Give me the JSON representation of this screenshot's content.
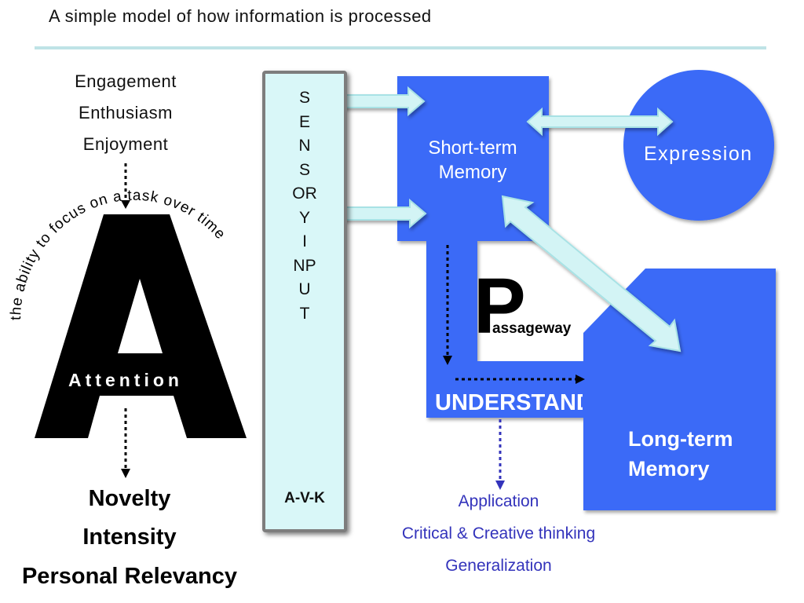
{
  "title": "A simple model of how information is processed",
  "attention": {
    "top_items": [
      "Engagement",
      "Enthusiasm",
      "Enjoyment"
    ],
    "big_letter": "A",
    "label": "Attention",
    "arc_text": "the ability to focus on a task over time",
    "bottom_items": [
      "Novelty",
      "Intensity",
      "Personal Relevancy"
    ]
  },
  "sensory": {
    "letters": [
      "S",
      "E",
      "N",
      "S",
      "OR",
      "Y",
      "I",
      "NP",
      "U",
      "T"
    ],
    "modes": "A-V-K"
  },
  "short_term": [
    "Short-term",
    "Memory"
  ],
  "expression": "Expression",
  "passageway": {
    "letter": "P",
    "rest": "assageway"
  },
  "understand": "UNDERSTAND",
  "long_term": [
    "Long-term",
    "Memory"
  ],
  "applications": [
    "Application",
    "Critical & Creative thinking",
    "Generalization"
  ],
  "colors": {
    "blue": "#3a6bf7",
    "arrow_fill": "#d3f4f5",
    "arrow_stroke": "#a8e2e5",
    "sensory_fill": "#d9f7f8",
    "app_text": "#3333bb",
    "rule": "#bfe3e6"
  }
}
